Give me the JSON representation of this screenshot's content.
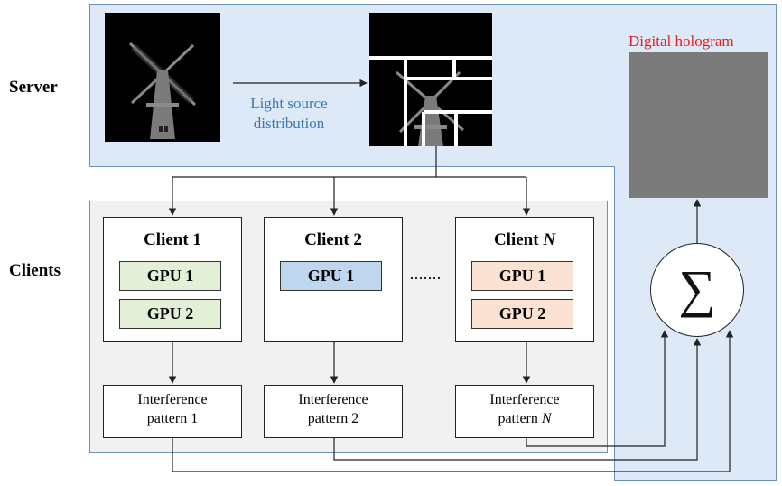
{
  "labels": {
    "server": "Server",
    "clients": "Clients",
    "light_source_line1": "Light source",
    "light_source_line2": "distribution",
    "digital_hologram": "Digital hologram",
    "ellipsis": "·······",
    "sum_symbol": "∑"
  },
  "clients": [
    {
      "title": "Client 1",
      "gpus": [
        "GPU 1",
        "GPU 2"
      ],
      "pattern_line1": "Interference",
      "pattern_line2": "pattern 1"
    },
    {
      "title": "Client 2",
      "gpus": [
        "GPU 1"
      ],
      "pattern_line1": "Interference",
      "pattern_line2": "pattern 2"
    },
    {
      "title_prefix": "Client ",
      "title_italic": "N",
      "gpus": [
        "GPU 1",
        "GPU 2"
      ],
      "pattern_line1": "Interference",
      "pattern_line2_prefix": "pattern ",
      "pattern_line2_italic": "N"
    }
  ],
  "colors": {
    "server_region": "#dde9f6",
    "clients_region": "#f1f1f1",
    "region_border": "#6d90b8",
    "gpu_green": "#e4efd8",
    "gpu_blue": "#bed6ee",
    "gpu_orange": "#fbe2d2",
    "hologram": "#7b7b7b",
    "light_source_text": "#3c78b4",
    "hologram_title": "#e31d1d"
  }
}
